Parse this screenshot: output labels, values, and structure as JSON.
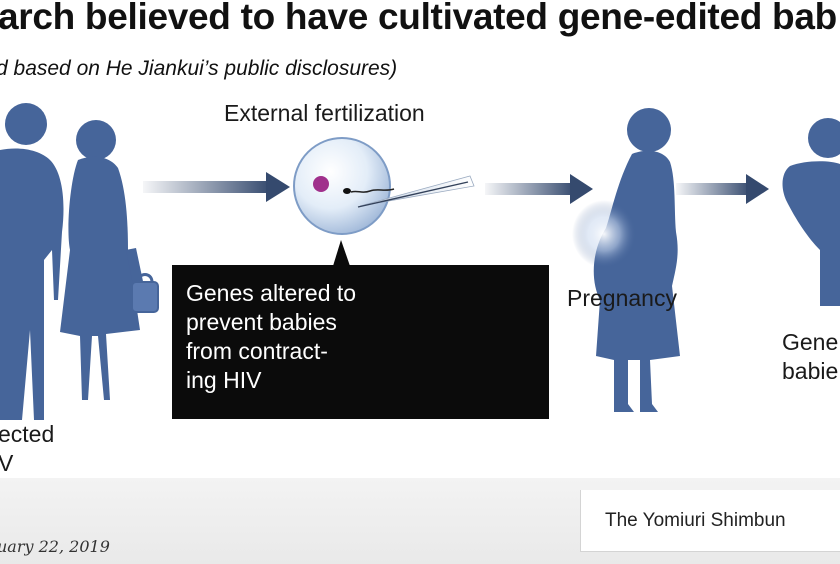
{
  "header": {
    "title": "arch believed to have cultivated gene-edited bab",
    "subtitle": "d based on He Jiankui’s public disclosures)"
  },
  "labels": {
    "external_fertilization": "External fertilization",
    "pregnancy": "Pregnancy",
    "gene_edited": [
      "Gene",
      "babie"
    ],
    "infected": [
      "ected",
      "V"
    ]
  },
  "genes_box": {
    "lines": [
      "Genes altered to",
      "prevent babies",
      "from contract-",
      "ing HIV"
    ]
  },
  "footer": {
    "credit": "The Yomiuri Shimbun",
    "date": "uary 22, 2019"
  },
  "colors": {
    "silhouette": "#46659a",
    "arrow": "#354a6e",
    "box": "#0b0b0b"
  }
}
